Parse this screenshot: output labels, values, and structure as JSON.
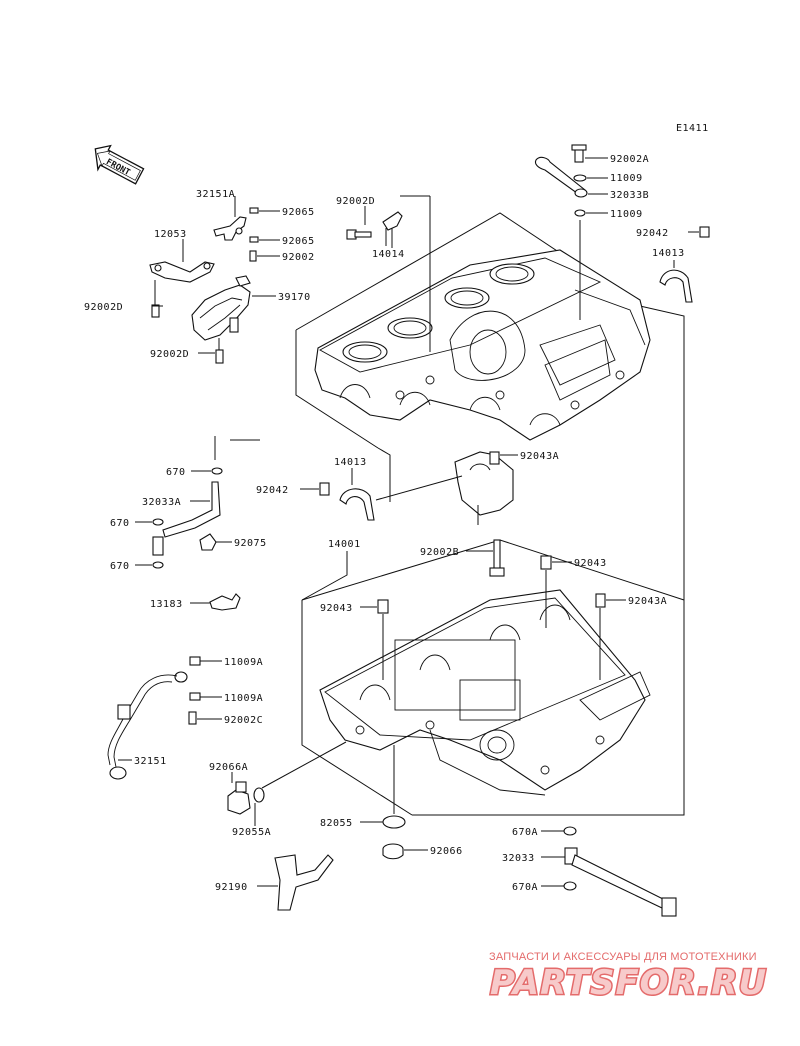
{
  "diagram_id": "E1411",
  "front_label": "FRONT",
  "parts": [
    {
      "id": "p-92002a",
      "label": "92002A"
    },
    {
      "id": "p-11009-a",
      "label": "11009"
    },
    {
      "id": "p-32033b",
      "label": "32033B"
    },
    {
      "id": "p-11009-b",
      "label": "11009"
    },
    {
      "id": "p-92042-top",
      "label": "92042"
    },
    {
      "id": "p-14013-top",
      "label": "14013"
    },
    {
      "id": "p-32151a",
      "label": "32151A"
    },
    {
      "id": "p-92065-a",
      "label": "92065"
    },
    {
      "id": "p-92002d-top",
      "label": "92002D"
    },
    {
      "id": "p-92065-b",
      "label": "92065"
    },
    {
      "id": "p-14014",
      "label": "14014"
    },
    {
      "id": "p-12053",
      "label": "12053"
    },
    {
      "id": "p-92002",
      "label": "92002"
    },
    {
      "id": "p-39170",
      "label": "39170"
    },
    {
      "id": "p-92002d-left",
      "label": "92002D"
    },
    {
      "id": "p-92002d-low",
      "label": "92002D"
    },
    {
      "id": "p-670-a",
      "label": "670"
    },
    {
      "id": "p-92042-mid",
      "label": "92042"
    },
    {
      "id": "p-14013-mid",
      "label": "14013"
    },
    {
      "id": "p-92043a-top",
      "label": "92043A"
    },
    {
      "id": "p-32033a",
      "label": "32033A"
    },
    {
      "id": "p-670-b",
      "label": "670"
    },
    {
      "id": "p-92075",
      "label": "92075"
    },
    {
      "id": "p-14001",
      "label": "14001"
    },
    {
      "id": "p-92002b",
      "label": "92002B"
    },
    {
      "id": "p-670-c",
      "label": "670"
    },
    {
      "id": "p-92043-right",
      "label": "92043"
    },
    {
      "id": "p-13183",
      "label": "13183"
    },
    {
      "id": "p-92043a-right",
      "label": "92043A"
    },
    {
      "id": "p-92043-left",
      "label": "92043"
    },
    {
      "id": "p-11009a-a",
      "label": "11009A"
    },
    {
      "id": "p-11009a-b",
      "label": "11009A"
    },
    {
      "id": "p-92002c",
      "label": "92002C"
    },
    {
      "id": "p-32151",
      "label": "32151"
    },
    {
      "id": "p-92066a",
      "label": "92066A"
    },
    {
      "id": "p-92055a",
      "label": "92055A"
    },
    {
      "id": "p-82055",
      "label": "82055"
    },
    {
      "id": "p-670a-a",
      "label": "670A"
    },
    {
      "id": "p-92066",
      "label": "92066"
    },
    {
      "id": "p-32033",
      "label": "32033"
    },
    {
      "id": "p-670a-b",
      "label": "670A"
    },
    {
      "id": "p-92190",
      "label": "92190"
    }
  ],
  "watermark": {
    "tagline": "ЗАПЧАСТИ И АКСЕССУАРЫ ДЛЯ МОТОТЕХНИКИ",
    "brand": "PARTSFOR.RU",
    "color": "#e46b6b"
  }
}
